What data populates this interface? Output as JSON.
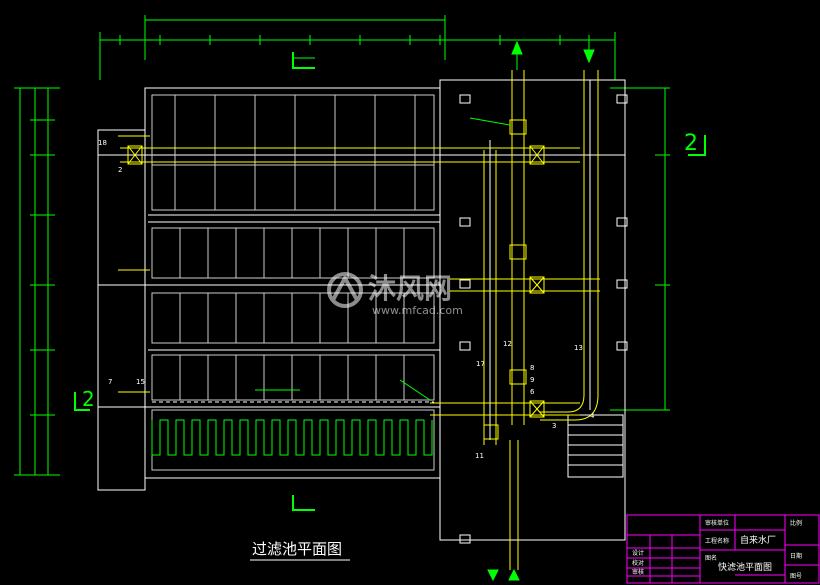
{
  "drawing": {
    "title": "过滤池平面图",
    "section_mark_left": "2",
    "section_mark_right": "2",
    "watermark_brand": "沐风网",
    "watermark_url": "www.mfcad.com",
    "callouts": {
      "a": "18",
      "b": "2",
      "c": "11",
      "d": "12",
      "e": "17",
      "f": "13",
      "g": "8",
      "h": "9",
      "i": "6",
      "j": "7",
      "k": "3",
      "l": "4",
      "m": "15"
    }
  },
  "title_block": {
    "project": "自来水厂",
    "sheet_name": "快滤池平面图",
    "cells": [
      "审核单位",
      "工程名称",
      "图名",
      "比例",
      "日期",
      "图号",
      "设计",
      "校对",
      "审核"
    ]
  },
  "colors": {
    "background": "#000000",
    "structure": "#ffffff",
    "pipes": "#ffff00",
    "annotation": "#00ff00",
    "dimension": "#00ff00",
    "frame": "#ff00ff"
  }
}
